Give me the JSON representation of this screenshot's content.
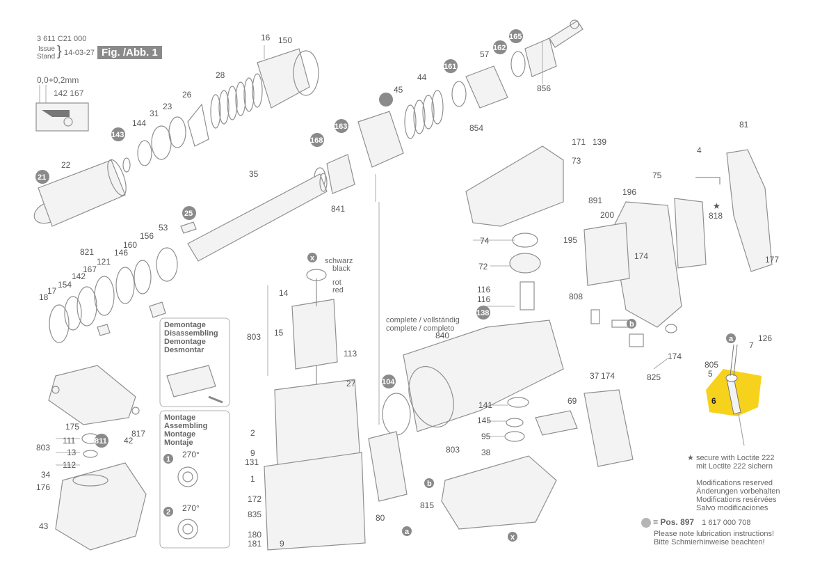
{
  "header": {
    "doc_number": "3 611 C21 000",
    "issue_label": "Issue",
    "stand_label": "Stand",
    "issue_date": "14-03-27",
    "figure_label": "Fig. /Abb. 1",
    "tolerance": "0,0+0,2mm",
    "tolerance_parts": "142 167"
  },
  "callouts": {
    "circled": [
      "21",
      "143",
      "168",
      "163",
      "161",
      "162",
      "165",
      "25",
      "138",
      "104",
      "811"
    ],
    "letters": [
      "x",
      "a",
      "b"
    ]
  },
  "labels": {
    "schwarz": "schwarz",
    "black": "black",
    "rot": "rot",
    "red": "red",
    "complete1": "complete / vollständig",
    "complete2": "complete / completo"
  },
  "demontage_box": {
    "lines": [
      "Demontage",
      "Disassembling",
      "Demontage",
      "Desmontar"
    ]
  },
  "montage_box": {
    "lines": [
      "Montage",
      "Assembling",
      "Montage",
      "Montaje"
    ],
    "step1": "1",
    "step2": "2",
    "angle": "270°"
  },
  "legend": {
    "loctite_star": "★",
    "loctite_line1": "secure with Loctite 222",
    "loctite_line2": "mit Loctite 222 sichern",
    "modifications": [
      "Modifications reserved",
      "Änderungen vorbehalten",
      "Modifications resérvées",
      "Salvo modificaciones"
    ],
    "pos_label": "= Pos. 897",
    "pos_number": "1 617 000 708",
    "lubrication1": "Please note lubrication instructions!",
    "lubrication2": "Bitte Schmierhinweise beachten!"
  },
  "highlight": {
    "part": "6",
    "color": "#f7d21c"
  },
  "colors": {
    "ink": "#8f8f8f",
    "circle_fill": "#8a8a8a",
    "background": "#ffffff"
  }
}
